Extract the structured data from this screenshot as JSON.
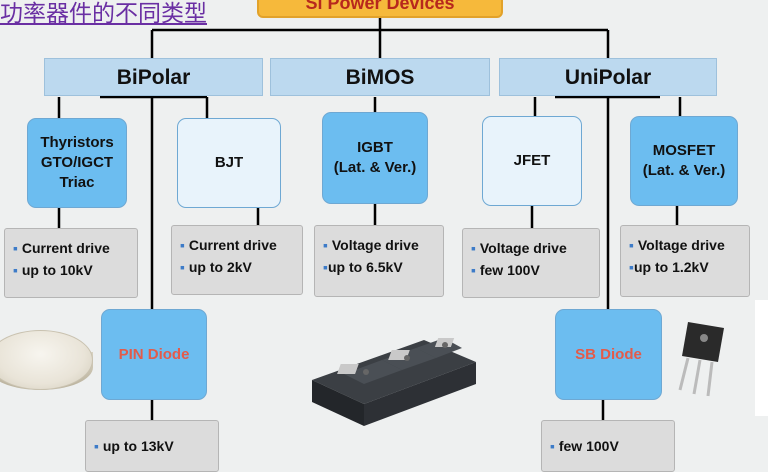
{
  "title": "功率器件的不同类型",
  "top_box": "Si Power Devices",
  "categories": {
    "bipolar": "BiPolar",
    "bimos": "BiMOS",
    "unipolar": "UniPolar"
  },
  "devices": {
    "thyristors": [
      "Thyristors",
      "GTO/IGCT",
      "Triac"
    ],
    "bjt": "BJT",
    "igbt": [
      "IGBT",
      "(Lat. & Ver.)"
    ],
    "jfet": "JFET",
    "mosfet": [
      "MOSFET",
      "(Lat. & Ver.)"
    ],
    "pin": "PIN Diode",
    "sb": "SB Diode"
  },
  "props": {
    "thyristors": {
      "b1": "▪",
      "l1": "Current drive",
      "b2": "▪",
      "l2": "up to 10kV"
    },
    "bjt": {
      "b1": "▪",
      "l1": "Current drive",
      "b2": "▪",
      "l2": "up to 2kV"
    },
    "igbt": {
      "b1": "▪",
      "l1": "Voltage drive",
      "b2": "▪",
      "l2": "up to 6.5kV"
    },
    "jfet": {
      "b1": "▪",
      "l1": "Voltage drive",
      "b2": "▪",
      "l2": "few 100V"
    },
    "mosfet": {
      "b1": "▪",
      "l1": "Voltage drive",
      "b2": "▪",
      "l2": "up to 1.2kV"
    },
    "pin": {
      "b1": "▪",
      "l1": "up to 13kV"
    },
    "sb": {
      "b1": "▪",
      "l1": "few 100V"
    }
  },
  "colors": {
    "device_blue": "#6cbdf0",
    "device_light": "#e8f3fb",
    "category": "#bcd9ef",
    "top": "#f6b93b",
    "diode_text": "#e35b4a",
    "title": "#6a2fa3"
  }
}
